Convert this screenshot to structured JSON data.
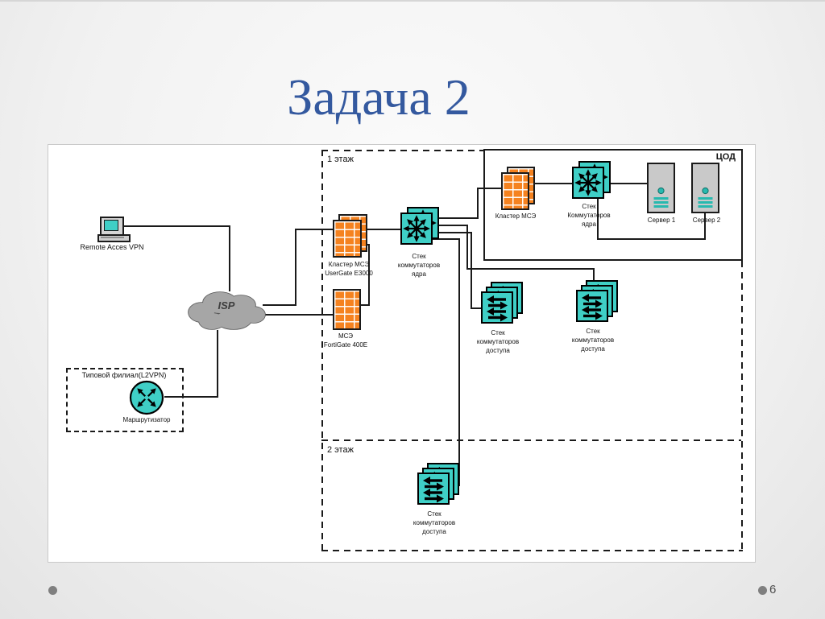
{
  "slide": {
    "title": "Задача 2",
    "page_number": "6"
  },
  "colors": {
    "title_blue": "#34599f",
    "device_teal": "#3fcfc6",
    "firewall_orange": "#f5821f",
    "cloud_gray": "#a6a6a6",
    "server_gray": "#c9c9c9"
  },
  "diagram": {
    "remote_vpn_label": "Remote Acces VPN",
    "isp_label": "ISP",
    "branch": {
      "title": "Типовой филиал(L2VPN)",
      "router_label": "Маршрутизатор"
    },
    "usergate_label": "Кластер МСЭ\nUserGate E3000",
    "fortigate_label": "МСЭ\nFortiGate 400E",
    "core_switch_label": "Стек\nкоммутаторов\nядра",
    "floor1_label": "1 этаж",
    "floor2_label": "2 этаж",
    "dc": {
      "title": "ЦОД",
      "firewall_label": "Кластер МСЭ",
      "switch_label": "Стек\nКоммутаторов\nядра",
      "server1_label": "Сервер 1",
      "server2_label": "Сервер 2"
    },
    "access_left_label": "Стек\nкоммутаторов\nдоступа",
    "access_right_label": "Стек\nкоммутаторов\nдоступа",
    "access_floor2_label": "Стек\nкоммутаторов\nдоступа"
  }
}
